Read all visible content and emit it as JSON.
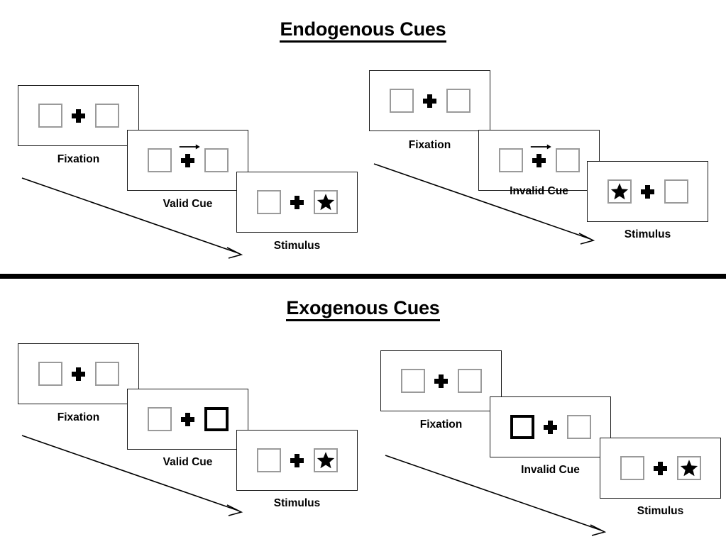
{
  "sections": [
    {
      "id": "endogenous",
      "title": "Endogenous Cues",
      "sequences": [
        {
          "id": "endogenous-valid",
          "frames": [
            {
              "label": "Fixation",
              "cue": "none",
              "cue_side": "none",
              "stimulus_side": "none"
            },
            {
              "label": "Valid Cue",
              "cue": "arrow",
              "cue_side": "right",
              "stimulus_side": "none"
            },
            {
              "label": "Stimulus",
              "cue": "none",
              "cue_side": "none",
              "stimulus_side": "right"
            }
          ]
        },
        {
          "id": "endogenous-invalid",
          "frames": [
            {
              "label": "Fixation",
              "cue": "none",
              "cue_side": "none",
              "stimulus_side": "none"
            },
            {
              "label": "Invalid Cue",
              "cue": "arrow",
              "cue_side": "right",
              "stimulus_side": "none"
            },
            {
              "label": "Stimulus",
              "cue": "none",
              "cue_side": "none",
              "stimulus_side": "left"
            }
          ]
        }
      ]
    },
    {
      "id": "exogenous",
      "title": "Exogenous Cues",
      "sequences": [
        {
          "id": "exogenous-valid",
          "frames": [
            {
              "label": "Fixation",
              "cue": "none",
              "cue_side": "none",
              "stimulus_side": "none"
            },
            {
              "label": "Valid Cue",
              "cue": "box",
              "cue_side": "right",
              "stimulus_side": "none"
            },
            {
              "label": "Stimulus",
              "cue": "none",
              "cue_side": "none",
              "stimulus_side": "right"
            }
          ]
        },
        {
          "id": "exogenous-invalid",
          "frames": [
            {
              "label": "Fixation",
              "cue": "none",
              "cue_side": "none",
              "stimulus_side": "none"
            },
            {
              "label": "Invalid Cue",
              "cue": "box",
              "cue_side": "left",
              "stimulus_side": "none"
            },
            {
              "label": "Stimulus",
              "cue": "none",
              "cue_side": "none",
              "stimulus_side": "right"
            }
          ]
        }
      ]
    }
  ],
  "labels": {
    "endogenous_title": "Endogenous Cues",
    "exogenous_title": "Exogenous Cues",
    "fixation": "Fixation",
    "valid_cue": "Valid Cue",
    "invalid_cue": "Invalid Cue",
    "stimulus": "Stimulus"
  },
  "colors": {
    "background": "#ffffff",
    "panel_border": "#1a1a1a",
    "box_border": "#9a9a9a",
    "cued_box_border": "#000000",
    "ink": "#000000",
    "divider": "#000000"
  },
  "captions": {
    "endo_valid_fixation": "Fixation",
    "endo_valid_cue": "Valid Cue",
    "endo_valid_stimulus": "Stimulus",
    "endo_invalid_fixation": "Fixation",
    "endo_invalid_cue": "Invalid Cue",
    "endo_invalid_stimulus": "Stimulus",
    "exo_valid_fixation": "Fixation",
    "exo_valid_cue": "Valid Cue",
    "exo_valid_stimulus": "Stimulus",
    "exo_invalid_fixation": "Fixation",
    "exo_invalid_cue": "Invalid Cue",
    "exo_invalid_stimulus": "Stimulus"
  }
}
